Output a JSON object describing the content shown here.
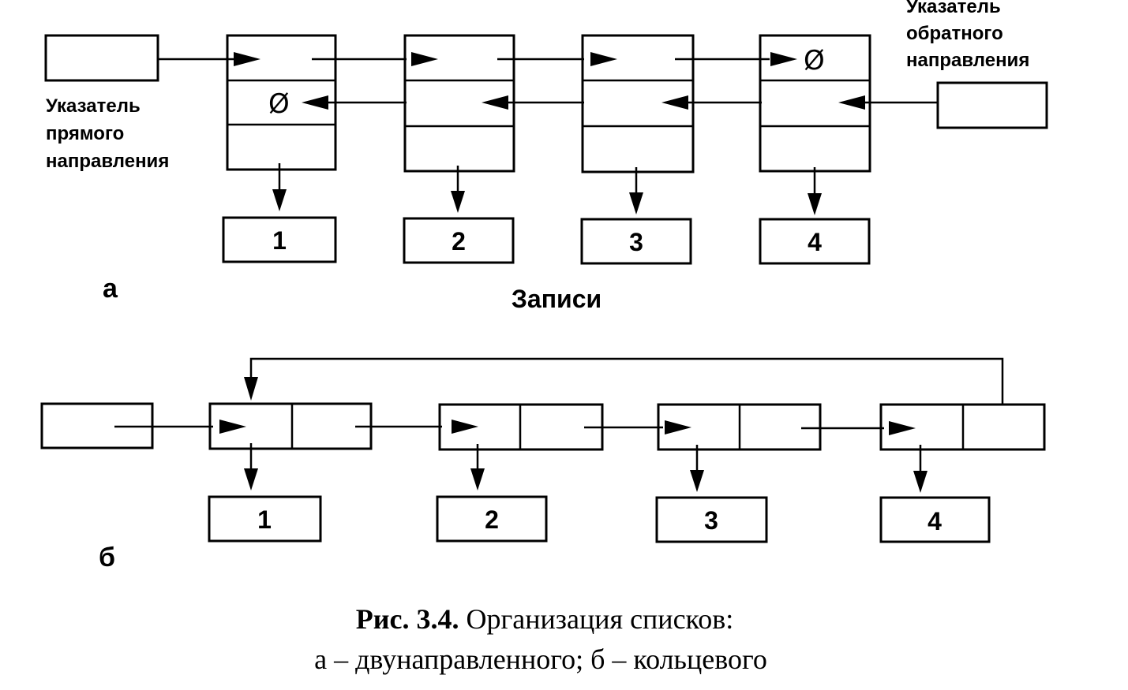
{
  "part_a": {
    "label": "а",
    "forward_pointer_label": [
      "Указатель",
      "прямого",
      "направления"
    ],
    "backward_pointer_label": [
      "Указатель",
      "обратного",
      "направления"
    ],
    "null_symbol": "Ø",
    "records": [
      "1",
      "2",
      "3",
      "4"
    ],
    "records_label": "Записи"
  },
  "part_b": {
    "label": "б",
    "records": [
      "1",
      "2",
      "3",
      "4"
    ]
  },
  "caption": {
    "prefix": "Рис. 3.4.",
    "line1": " Организация списков:",
    "line2": "а – двунаправленного; б – кольцевого"
  }
}
